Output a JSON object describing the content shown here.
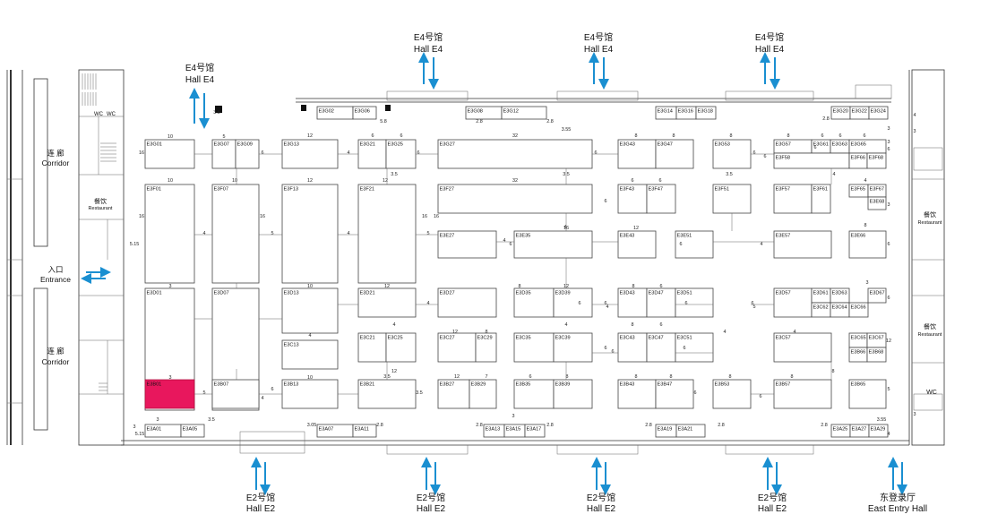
{
  "gates_top": [
    {
      "cn": "E4号馆",
      "en": "Hall E4"
    },
    {
      "cn": "E4号馆",
      "en": "Hall E4"
    },
    {
      "cn": "E4号馆",
      "en": "Hall E4"
    },
    {
      "cn": "E4号馆",
      "en": "Hall E4"
    }
  ],
  "gates_bottom": [
    {
      "cn": "E2号馆",
      "en": "Hall E2"
    },
    {
      "cn": "E2号馆",
      "en": "Hall E2"
    },
    {
      "cn": "E2号馆",
      "en": "Hall E2"
    },
    {
      "cn": "E2号馆",
      "en": "Hall E2"
    },
    {
      "cn": "东登录厅",
      "en": "East Entry Hall"
    }
  ],
  "left": {
    "corridor_top": {
      "cn": "连 廊",
      "en": "Corridor"
    },
    "entrance": {
      "cn": "入口",
      "en": "Entrance"
    },
    "corridor_bottom": {
      "cn": "连 廊",
      "en": "Corridor"
    },
    "restaurant": {
      "cn": "餐饮",
      "en": "Restaurant"
    },
    "wc": "WC"
  },
  "right": {
    "restaurant_1": {
      "cn": "餐饮",
      "en": "Restaurant"
    },
    "restaurant_2": {
      "cn": "餐饮",
      "en": "Restaurant"
    },
    "wc": "WC"
  },
  "highlighted_booth": "E3B01",
  "booths": [
    {
      "id": "E3G01"
    },
    {
      "id": "E3G07"
    },
    {
      "id": "E3G09"
    },
    {
      "id": "E3G13"
    },
    {
      "id": "E3G21"
    },
    {
      "id": "E3G25"
    },
    {
      "id": "E3G27"
    },
    {
      "id": "E3G43"
    },
    {
      "id": "E3G47"
    },
    {
      "id": "E3G53"
    },
    {
      "id": "E3G57"
    },
    {
      "id": "E3G61"
    },
    {
      "id": "E3G63"
    },
    {
      "id": "E3G65"
    },
    {
      "id": "E3F58"
    },
    {
      "id": "E3F66"
    },
    {
      "id": "E3F68"
    },
    {
      "id": "E3G02"
    },
    {
      "id": "E3G06"
    },
    {
      "id": "E3G08"
    },
    {
      "id": "E3G12"
    },
    {
      "id": "E3G14"
    },
    {
      "id": "E3G16"
    },
    {
      "id": "E3G18"
    },
    {
      "id": "E3G20"
    },
    {
      "id": "E3G22"
    },
    {
      "id": "E3G24"
    },
    {
      "id": "E3F01"
    },
    {
      "id": "E3F07"
    },
    {
      "id": "E3F13"
    },
    {
      "id": "E3F21"
    },
    {
      "id": "E3F27"
    },
    {
      "id": "E3F43"
    },
    {
      "id": "E3F47"
    },
    {
      "id": "E3F51"
    },
    {
      "id": "E3F57"
    },
    {
      "id": "E3F61"
    },
    {
      "id": "E3F65"
    },
    {
      "id": "E3F67"
    },
    {
      "id": "E3E68"
    },
    {
      "id": "E3E27"
    },
    {
      "id": "E3E35"
    },
    {
      "id": "E3E43"
    },
    {
      "id": "E3E51"
    },
    {
      "id": "E3E57"
    },
    {
      "id": "E3E66"
    },
    {
      "id": "E3D01"
    },
    {
      "id": "E3D07"
    },
    {
      "id": "E3D13"
    },
    {
      "id": "E3D21"
    },
    {
      "id": "E3D27"
    },
    {
      "id": "E3D35"
    },
    {
      "id": "E3D39"
    },
    {
      "id": "E3D43"
    },
    {
      "id": "E3D47"
    },
    {
      "id": "E3D51"
    },
    {
      "id": "E3D57"
    },
    {
      "id": "E3D61"
    },
    {
      "id": "E3D63"
    },
    {
      "id": "E3D67"
    },
    {
      "id": "E3C62"
    },
    {
      "id": "E3C64"
    },
    {
      "id": "E3C66"
    },
    {
      "id": "E3C13"
    },
    {
      "id": "E3C21"
    },
    {
      "id": "E3C25"
    },
    {
      "id": "E3C27"
    },
    {
      "id": "E3C29"
    },
    {
      "id": "E3C35"
    },
    {
      "id": "E3C39"
    },
    {
      "id": "E3C43"
    },
    {
      "id": "E3C47"
    },
    {
      "id": "E3C51"
    },
    {
      "id": "E3C57"
    },
    {
      "id": "E3C65"
    },
    {
      "id": "E3C67"
    },
    {
      "id": "E3B66"
    },
    {
      "id": "E3B68"
    },
    {
      "id": "E3B01"
    },
    {
      "id": "E3B07"
    },
    {
      "id": "E3B13"
    },
    {
      "id": "E3B21"
    },
    {
      "id": "E3B27"
    },
    {
      "id": "E3B29"
    },
    {
      "id": "E3B35"
    },
    {
      "id": "E3B39"
    },
    {
      "id": "E3B43"
    },
    {
      "id": "E3B47"
    },
    {
      "id": "E3B53"
    },
    {
      "id": "E3B57"
    },
    {
      "id": "E3B65"
    },
    {
      "id": "E3A01"
    },
    {
      "id": "E3A05"
    },
    {
      "id": "E3A07"
    },
    {
      "id": "E3A11"
    },
    {
      "id": "E3A13"
    },
    {
      "id": "E3A15"
    },
    {
      "id": "E3A17"
    },
    {
      "id": "E3A19"
    },
    {
      "id": "E3A21"
    },
    {
      "id": "E3A25"
    },
    {
      "id": "E3A27"
    },
    {
      "id": "E3A29"
    }
  ],
  "dims": [
    "10",
    "5",
    "12",
    "6",
    "6",
    "32",
    "8",
    "8",
    "8",
    "8",
    "6",
    "6",
    "6",
    "16",
    "4",
    "6",
    "6",
    "6",
    "6",
    "6",
    "6",
    "6",
    "3",
    "3",
    "10",
    "10",
    "12",
    "12",
    "32",
    "3.5",
    "3.5",
    "3.5",
    "4",
    "4",
    "6",
    "6",
    "6",
    "8",
    "3",
    "16",
    "16",
    "16",
    "16",
    "5.15",
    "4",
    "5",
    "4",
    "5",
    "4",
    "6",
    "16",
    "4",
    "12",
    "6",
    "4",
    "6",
    "3",
    "10",
    "12",
    "12",
    "8",
    "8",
    "6",
    "6",
    "4",
    "6",
    "6",
    "4",
    "6",
    "5",
    "6",
    "3",
    "4",
    "12",
    "8",
    "4",
    "4",
    "8",
    "6",
    "6",
    "6",
    "6",
    "4",
    "4",
    "12",
    "3",
    "10",
    "12",
    "3.5",
    "12",
    "7",
    "6",
    "8",
    "8",
    "8",
    "8",
    "8",
    "8",
    "3.5",
    "6",
    "5",
    "4",
    "6",
    "6",
    "5",
    "3",
    "3.5",
    "5.8",
    "2.8",
    "2.8",
    "2.8",
    "3.55",
    "3.5",
    "3.05",
    "2.8",
    "2.8",
    "2.8",
    "2.8",
    "2.8",
    "2.8",
    "3.55",
    "4",
    "3",
    "5.15",
    "3",
    "4",
    "3",
    "3",
    "3"
  ]
}
